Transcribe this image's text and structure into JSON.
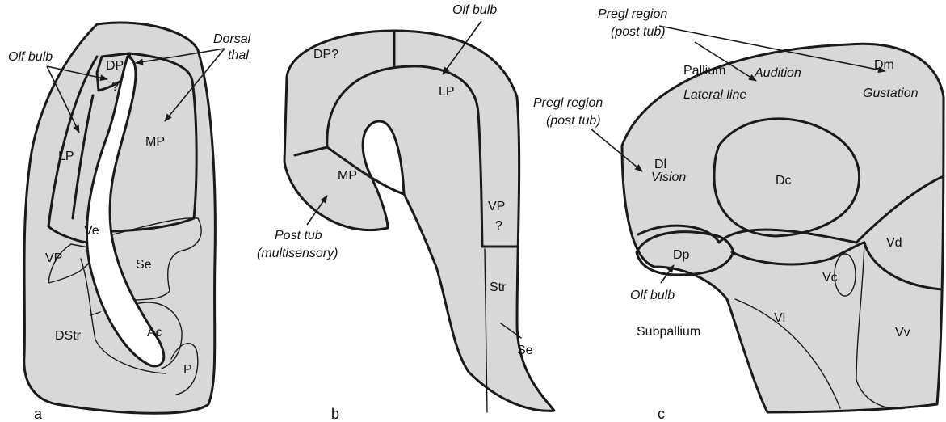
{
  "panel_a": {
    "panel_label": "a",
    "regions": {
      "dp": "DP",
      "dp_q": "?",
      "lp": "LP",
      "mp": "MP",
      "ve": "Ve",
      "vp": "VP",
      "se": "Se",
      "ac": "Ac",
      "dstr": "DStr",
      "p": "P"
    },
    "annotations": {
      "olf_bulb": "Olf bulb",
      "dorsal": "Dorsal",
      "thal": "thal"
    }
  },
  "panel_b": {
    "panel_label": "b",
    "regions": {
      "dp": "DP?",
      "lp": "LP",
      "mp": "MP",
      "vp": "VP",
      "vp_q": "?",
      "str": "Str",
      "se": "Se"
    },
    "annotations": {
      "olf_bulb": "Olf bulb",
      "post_tub": "Post tub",
      "multisensory": "(multisensory)"
    }
  },
  "panel_c": {
    "panel_label": "c",
    "regions": {
      "pallium": "Pallium",
      "dm": "Dm",
      "dl": "Dl",
      "dc": "Dc",
      "dp": "Dp",
      "vd": "Vd",
      "vc": "Vc",
      "vl": "Vl",
      "vv": "Vv",
      "subpallium": "Subpallium"
    },
    "annotations": {
      "pregl_top": "Pregl region",
      "post_tub_top": "(post tub)",
      "audition": "Audition",
      "lateral_line": "Lateral line",
      "gustation": "Gustation",
      "pregl_left": "Pregl region",
      "post_tub_left": "(post tub)",
      "vision": "Vision",
      "olf_bulb": "Olf bulb"
    }
  }
}
